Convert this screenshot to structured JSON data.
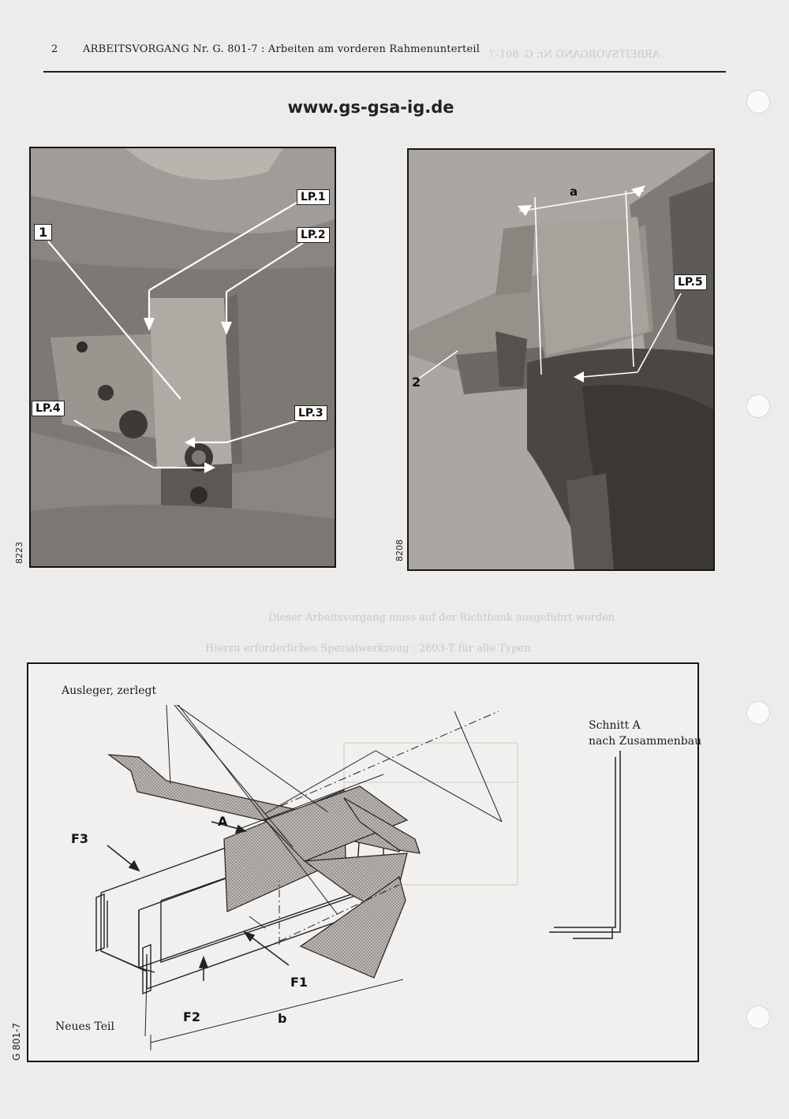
{
  "header": {
    "page_number": "2",
    "title": "ARBEITSVORGANG Nr. G. 801-7 : Arbeiten am vorderen Rahmenunterteil"
  },
  "website": "www.gs-gsa-ig.de",
  "photo_left": {
    "number": "8223",
    "labels": {
      "lp1": "LP.1",
      "lp2": "LP.2",
      "lp3": "LP.3",
      "lp4": "LP.4",
      "part": "1"
    }
  },
  "photo_right": {
    "number": "8208",
    "labels": {
      "lp5": "LP.5",
      "part": "2",
      "dimension": "a"
    }
  },
  "diagram": {
    "label_outrigger": "Ausleger, zerlegt",
    "label_section_line1": "Schnitt A",
    "label_section_line2": "nach Zusammenbau",
    "label_new_part": "Neues Teil",
    "labels": {
      "a": "A",
      "f1": "F1",
      "f2": "F2",
      "f3": "F3",
      "b": "b"
    }
  },
  "side_code": "G 801-7",
  "colors": {
    "paper": "#eeeceb",
    "ink": "#1c1c1c",
    "photo": "#8c8782"
  }
}
